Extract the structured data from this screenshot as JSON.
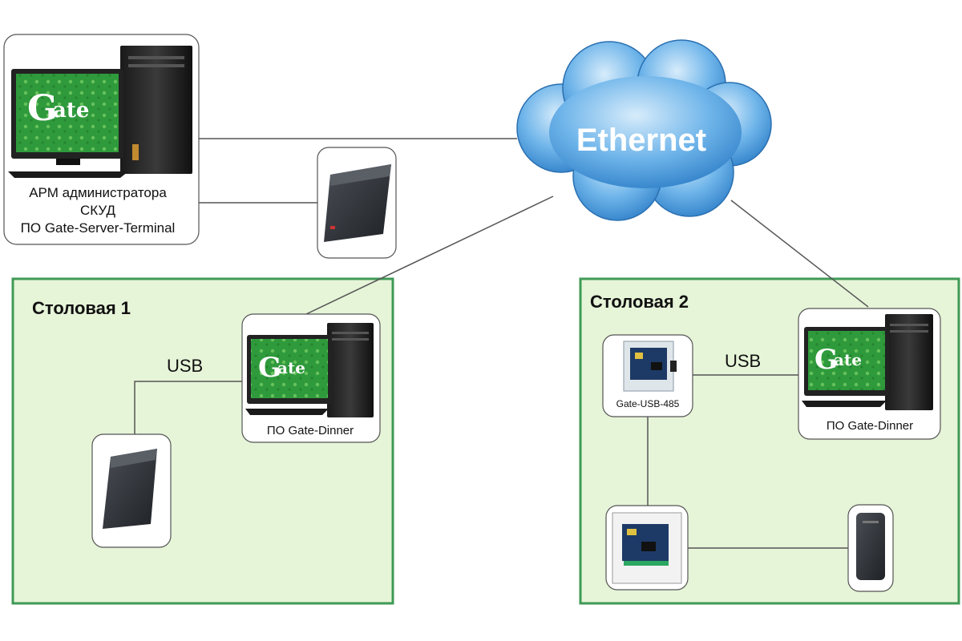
{
  "network": {
    "label": "Ethernet"
  },
  "admin": {
    "line1": "АРМ администратора",
    "line2": "СКУД",
    "line3": "ПО Gate-Server-Terminal"
  },
  "canteen1": {
    "title": "Столовая 1",
    "usb_label": "USB",
    "pc_label": "ПО Gate-Dinner"
  },
  "canteen2": {
    "title": "Столовая 2",
    "usb_label": "USB",
    "pc_label": "ПО Gate-Dinner",
    "converter_label": "Gate-USB-485"
  },
  "colors": {
    "zone_fill": "#e6f4d8",
    "zone_border": "#3f9a56",
    "cloud": "#5aa8e6",
    "screen": "#2f9a3c"
  }
}
